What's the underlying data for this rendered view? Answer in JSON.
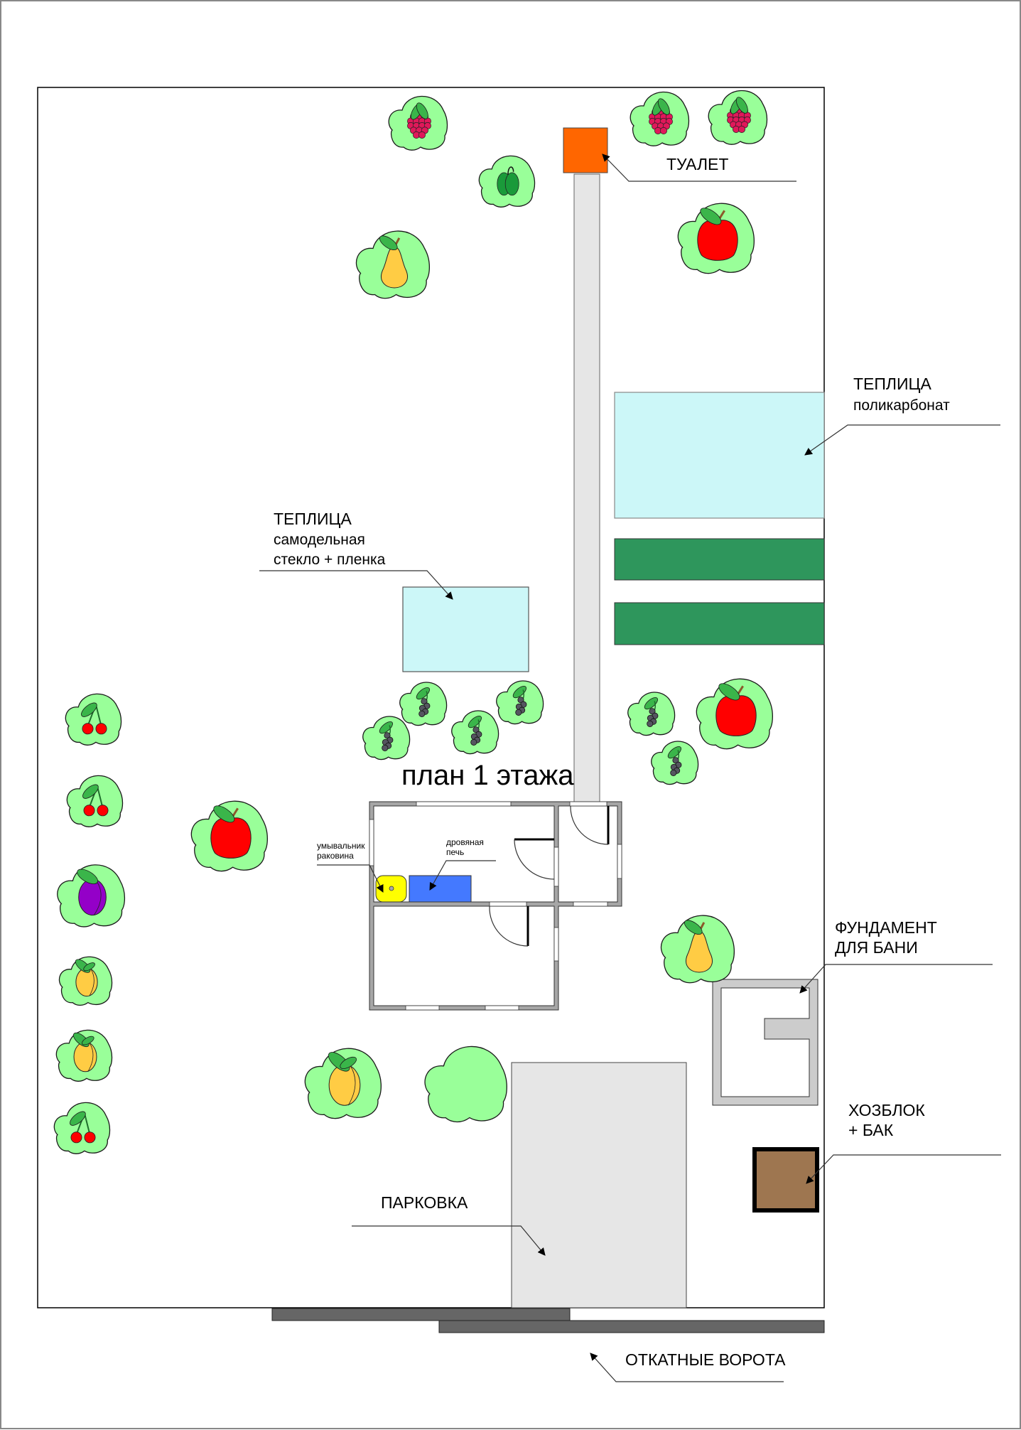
{
  "plan": {
    "title": "план 1 этажа",
    "colors": {
      "greenhouse_glass": "#ccf7f8",
      "garden_bed": "#2e965c",
      "toilet": "#ff6600",
      "path": "#e6e6e6",
      "parking": "#e6e6e6",
      "shed": "#9e7650",
      "stove": "#4479ff",
      "sink": "#ffff00",
      "wall": "#a6a6a6",
      "gate": "#666666",
      "bush": "#99ff99"
    }
  },
  "labels": {
    "toilet": "ТУАЛЕТ",
    "greenhouse_poly_title": "ТЕПЛИЦА",
    "greenhouse_poly_sub": "поликарбонат",
    "greenhouse_home_title": "ТЕПЛИЦА",
    "greenhouse_home_sub1": "самодельная",
    "greenhouse_home_sub2": "стекло + пленка",
    "sink_line1": "умывальник",
    "sink_line2": "раковина",
    "stove_line1": "дровяная",
    "stove_line2": "печь",
    "bath_line1": "ФУНДАМЕНТ",
    "bath_line2": "ДЛЯ БАНИ",
    "shed_line1": "ХОЗБЛОК",
    "shed_line2": "+ БАК",
    "parking": "ПАРКОВКА",
    "gate": "ОТКАТНЫЕ ВОРОТА"
  },
  "plants": [
    {
      "type": "raspberry"
    },
    {
      "type": "raspberry"
    },
    {
      "type": "raspberry"
    },
    {
      "type": "feijoa"
    },
    {
      "type": "pear"
    },
    {
      "type": "apple"
    },
    {
      "type": "currant"
    },
    {
      "type": "currant"
    },
    {
      "type": "currant"
    },
    {
      "type": "currant"
    },
    {
      "type": "currant"
    },
    {
      "type": "currant"
    },
    {
      "type": "apple"
    },
    {
      "type": "cherry"
    },
    {
      "type": "cherry"
    },
    {
      "type": "apple"
    },
    {
      "type": "plum"
    },
    {
      "type": "apricot"
    },
    {
      "type": "apricot"
    },
    {
      "type": "cherry"
    },
    {
      "type": "apricot"
    },
    {
      "type": "empty"
    },
    {
      "type": "pear"
    }
  ]
}
